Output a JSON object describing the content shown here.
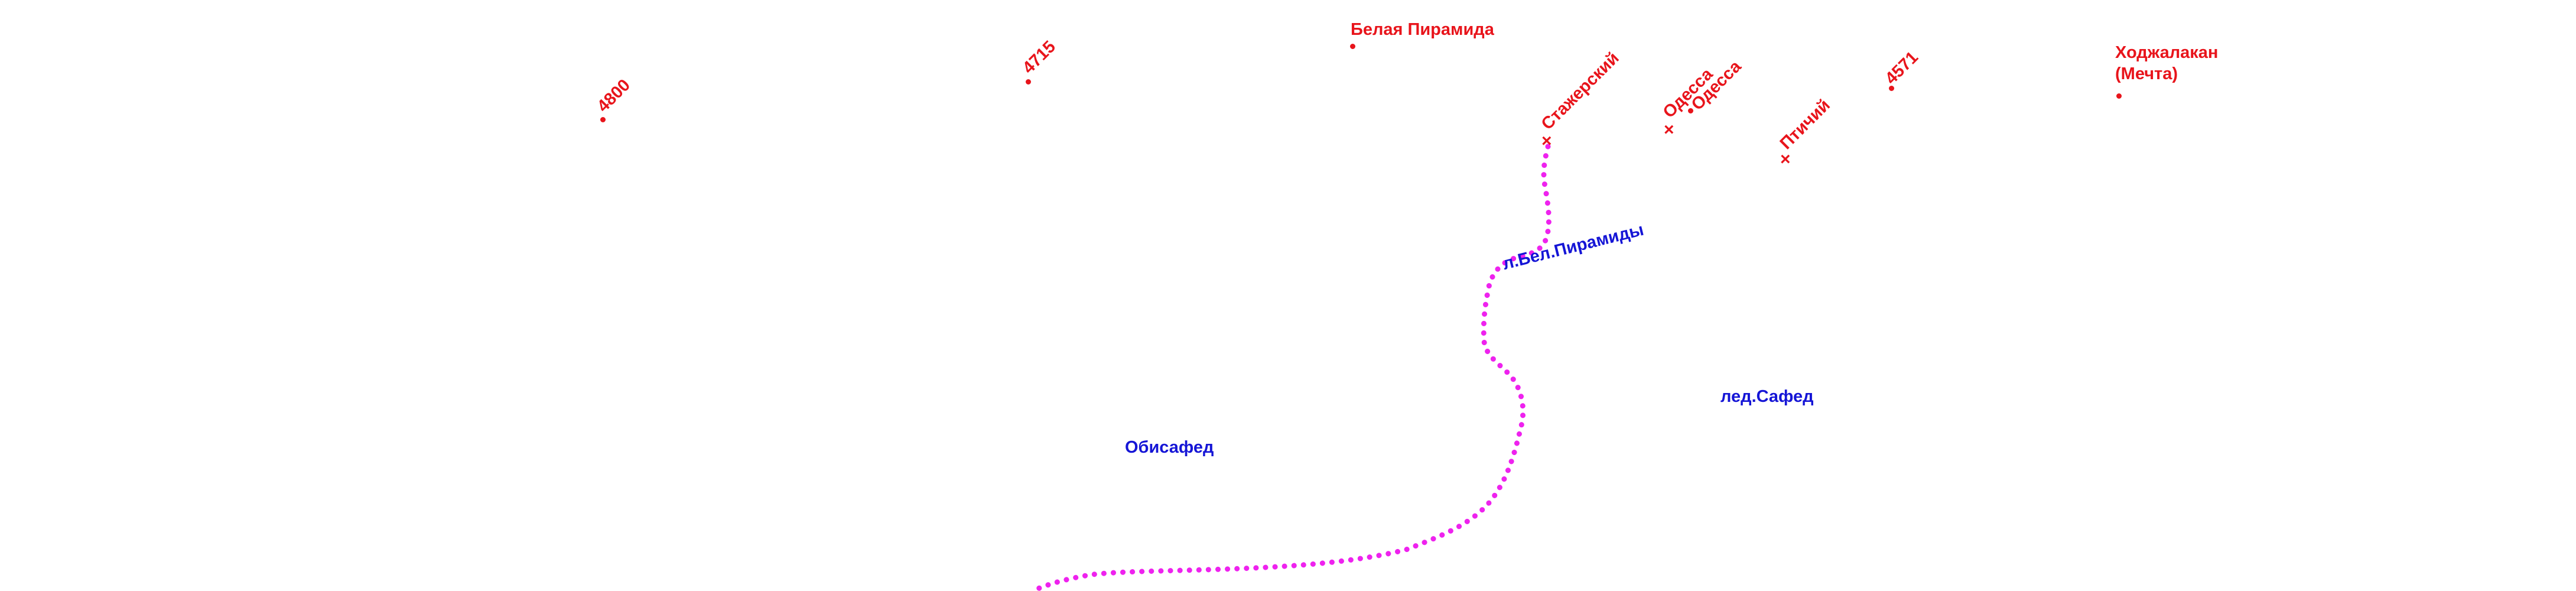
{
  "colors": {
    "peak_label": "#e8141b",
    "glacier_label": "#1515d6",
    "route": "#ee22ee",
    "background": "#ffffff"
  },
  "peaks": [
    {
      "id": "p4800",
      "label": "4800",
      "marker": "dot"
    },
    {
      "id": "p4715",
      "label": "4715",
      "marker": "dot"
    },
    {
      "id": "belaya",
      "label": "Белая Пирамида",
      "marker": "dot"
    },
    {
      "id": "odessa_peak",
      "label": "Одесса",
      "marker": "dot"
    },
    {
      "id": "p4571",
      "label": "4571",
      "marker": "dot"
    },
    {
      "id": "khodzhalakan_1",
      "label": "Ходжалакан",
      "marker": "dot"
    },
    {
      "id": "khodzhalakan_2",
      "label": "(Мечта)",
      "marker": "none"
    }
  ],
  "passes": [
    {
      "id": "stazherskiy",
      "label": "Стажерский",
      "marker": "x-mark"
    },
    {
      "id": "odessa_pass",
      "label": "Одесса",
      "marker": "x-mark"
    },
    {
      "id": "ptichiy",
      "label": "Птичий",
      "marker": "x-mark"
    }
  ],
  "glaciers": [
    {
      "id": "bel_piramidy",
      "label": "л.Бел.Пирамиды"
    },
    {
      "id": "safed",
      "label": "лед.Сафед"
    },
    {
      "id": "obisafed",
      "label": "Обисафед"
    }
  ],
  "markers": {
    "cross_glyph": "×"
  },
  "route": {
    "name": "route-line",
    "style": "dotted"
  }
}
